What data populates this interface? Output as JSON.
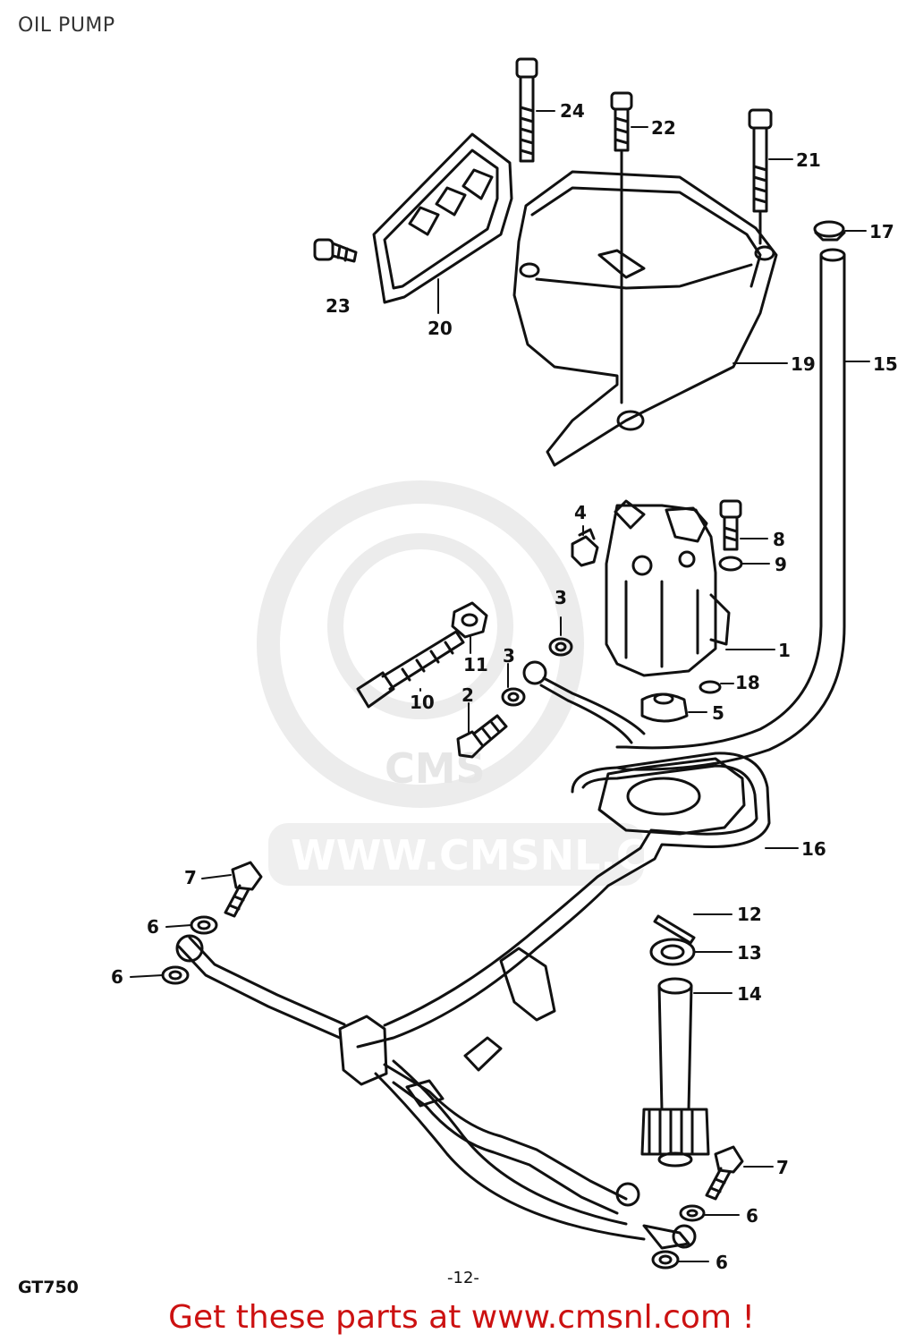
{
  "header": {
    "title": "OIL PUMP"
  },
  "diagram": {
    "callouts": [
      {
        "id": "c24",
        "label": "24"
      },
      {
        "id": "c22",
        "label": "22"
      },
      {
        "id": "c21",
        "label": "21"
      },
      {
        "id": "c17",
        "label": "17"
      },
      {
        "id": "c23",
        "label": "23"
      },
      {
        "id": "c20",
        "label": "20"
      },
      {
        "id": "c19",
        "label": "19"
      },
      {
        "id": "c15",
        "label": "15"
      },
      {
        "id": "c4",
        "label": "4"
      },
      {
        "id": "c8",
        "label": "8"
      },
      {
        "id": "c9",
        "label": "9"
      },
      {
        "id": "c3a",
        "label": "3"
      },
      {
        "id": "c1",
        "label": "1"
      },
      {
        "id": "c11",
        "label": "11"
      },
      {
        "id": "c3b",
        "label": "3"
      },
      {
        "id": "c10",
        "label": "10"
      },
      {
        "id": "c2",
        "label": "2"
      },
      {
        "id": "c18",
        "label": "18"
      },
      {
        "id": "c5",
        "label": "5"
      },
      {
        "id": "c16",
        "label": "16"
      },
      {
        "id": "c7a",
        "label": "7"
      },
      {
        "id": "c6a",
        "label": "6"
      },
      {
        "id": "c6b",
        "label": "6"
      },
      {
        "id": "c12",
        "label": "12"
      },
      {
        "id": "c13",
        "label": "13"
      },
      {
        "id": "c14",
        "label": "14"
      },
      {
        "id": "c7b",
        "label": "7"
      },
      {
        "id": "c6c",
        "label": "6"
      },
      {
        "id": "c6d",
        "label": "6"
      }
    ],
    "watermark": "WWW.CMSNL.COM",
    "watermark_logo": "CMS",
    "model": "GT750",
    "page_number": "-12-"
  },
  "footer": {
    "link_text": "Get these parts at www.cmsnl.com !"
  },
  "colors": {
    "line": "#111111",
    "watermark": "#e6e6e6",
    "footer": "#cc1111"
  }
}
